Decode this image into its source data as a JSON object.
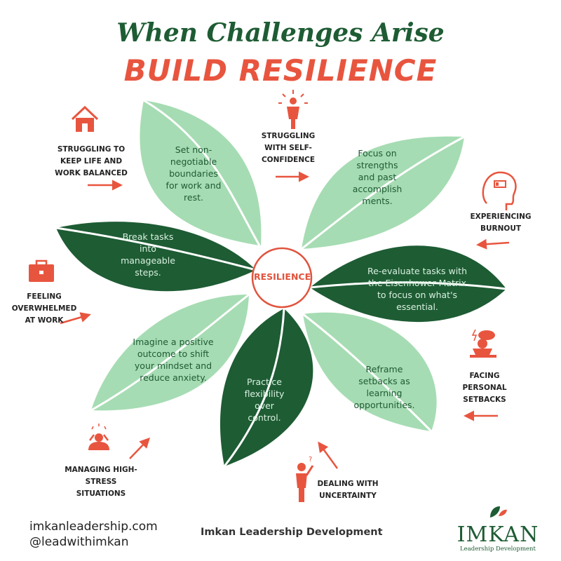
{
  "title": {
    "line1": "When Challenges Arise",
    "line2": "BUILD RESILIENCE"
  },
  "center": {
    "label": "RESILIENCE"
  },
  "challenges": [
    {
      "id": "balance",
      "label": "STRUGGLING TO KEEP LIFE AND WORK BALANCED",
      "icon": "house-icon"
    },
    {
      "id": "confidence",
      "label": "STRUGGLING WITH SELF-CONFIDENCE",
      "icon": "person-glow-icon"
    },
    {
      "id": "burnout",
      "label": "EXPERIENCING BURNOUT",
      "icon": "head-low-battery-icon"
    },
    {
      "id": "setbacks",
      "label": "FACING PERSONAL SETBACKS",
      "icon": "storm-cloud-person-icon"
    },
    {
      "id": "uncertainty",
      "label": "DEALING WITH UNCERTAINTY",
      "icon": "confused-person-icon"
    },
    {
      "id": "stress",
      "label": "MANAGING HIGH-STRESS SITUATIONS",
      "icon": "stressed-person-icon"
    },
    {
      "id": "overwhelmed",
      "label": "FEELING OVERWHELMED AT WORK",
      "icon": "briefcase-icon"
    }
  ],
  "tips": [
    {
      "id": "boundaries",
      "text": "Set non-negotiable boundaries for work and rest."
    },
    {
      "id": "strengths",
      "text": "Focus on strengths and past accomplish ments."
    },
    {
      "id": "reevaluate",
      "text": "Re-evaluate tasks with the Eisenhower Matrix to focus on what's essential."
    },
    {
      "id": "reframe",
      "text": "Reframe setbacks as learning opportunities."
    },
    {
      "id": "flexibility",
      "text": "Practice flexibility over control."
    },
    {
      "id": "imagine",
      "text": "Imagine a positive outcome to shift your mindset and reduce anxiety."
    },
    {
      "id": "break",
      "text": "Break tasks into manageable steps."
    }
  ],
  "footer": {
    "website": "imkanleadership.com",
    "handle": "@leadwithimkan",
    "company": "Imkan Leadership Development",
    "brand_name": "IMKAN",
    "brand_sub": "Leadership Development"
  },
  "colors": {
    "dark_green": "#1e5c34",
    "light_green": "#a6dcb3",
    "accent": "#e8553f"
  }
}
